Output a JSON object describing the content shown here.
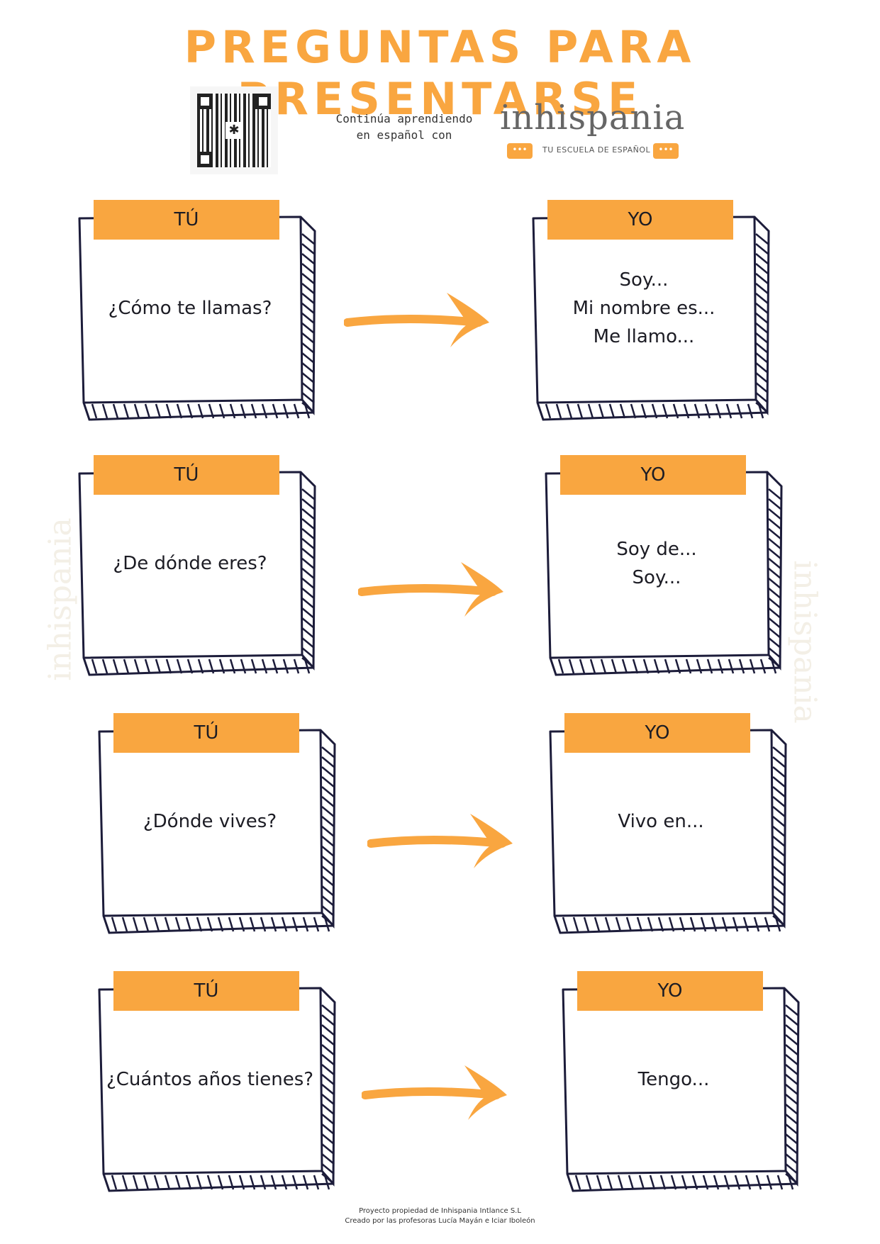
{
  "title": "PREGUNTAS PARA PRESENTARSE",
  "header": {
    "qr_icon": "qr-code-icon",
    "promo_line1": "Continúa aprendiendo",
    "promo_line2": "en español con",
    "logo_text": "inhispania",
    "logo_tagline": "TU ESCUELA DE ESPAÑOL"
  },
  "colors": {
    "accent": "#F9A640",
    "outline": "#1c1c3a"
  },
  "pairs": [
    {
      "tu_label": "TÚ",
      "question": "¿Cómo te llamas?",
      "yo_label": "YO",
      "answers": [
        "Soy...",
        "Mi nombre es...",
        "Me llamo..."
      ]
    },
    {
      "tu_label": "TÚ",
      "question": "¿De dónde eres?",
      "yo_label": "YO",
      "answers": [
        "Soy de...",
        "Soy..."
      ]
    },
    {
      "tu_label": "TÚ",
      "question": "¿Dónde vives?",
      "yo_label": "YO",
      "answers": [
        "Vivo en..."
      ]
    },
    {
      "tu_label": "TÚ",
      "question": "¿Cuántos años tienes?",
      "yo_label": "YO",
      "answers": [
        "Tengo..."
      ]
    }
  ],
  "footer": {
    "line1": "Proyecto propiedad de Inhispania Intlance S.L",
    "line2": "Creado por las profesoras  Lucía Mayán e Iciar Iboleón"
  }
}
